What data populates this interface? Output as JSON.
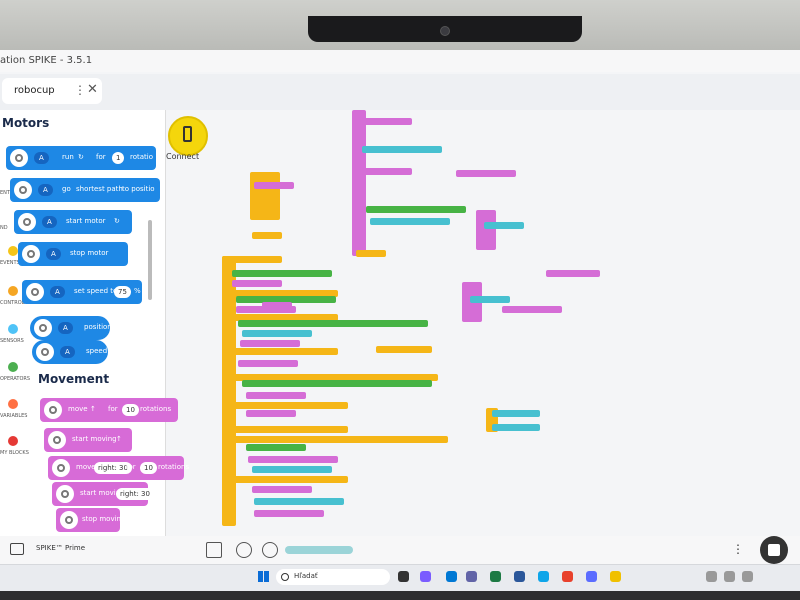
{
  "window": {
    "title": "ation SPIKE - 3.5.1"
  },
  "tabs": [
    {
      "label": "robocup"
    }
  ],
  "connect": {
    "label": "Connect"
  },
  "categories": [
    "ENT",
    "ND",
    "EVENTS",
    "CONTROL",
    "SENSORS",
    "OPERATORS",
    "VARIABLES",
    "MY BLOCKS"
  ],
  "category_colors": [
    "#1e88e5",
    "#f5a623",
    "#f5c518",
    "#f5a623",
    "#4fc3f7",
    "#4caf50",
    "#ff7043",
    "#e53935"
  ],
  "motors": {
    "title": "Motors",
    "blocks": [
      {
        "port": "A",
        "parts": [
          "run",
          "↻",
          "for"
        ],
        "value": "1",
        "unit": "rotatio"
      },
      {
        "port": "A",
        "parts": [
          "go",
          "shortest path",
          "to positio"
        ]
      },
      {
        "port": "A",
        "parts": [
          "start motor",
          "↻"
        ]
      },
      {
        "port": "A",
        "parts": [
          "stop motor"
        ]
      },
      {
        "port": "A",
        "parts": [
          "set speed to"
        ],
        "value": "75",
        "unit": "%"
      },
      {
        "port": "A",
        "parts": [
          "position"
        ]
      },
      {
        "port": "A",
        "parts": [
          "speed"
        ]
      }
    ]
  },
  "movement": {
    "title": "Movement",
    "blocks": [
      {
        "parts": [
          "move",
          "↑",
          "for"
        ],
        "value": "10",
        "unit": "rotations"
      },
      {
        "parts": [
          "start moving",
          "↑"
        ]
      },
      {
        "parts": [
          "move",
          "right: 30",
          "for"
        ],
        "value": "10",
        "unit": "rotations"
      },
      {
        "parts": [
          "start moving",
          "right: 30"
        ]
      },
      {
        "parts": [
          "stop moving"
        ]
      }
    ]
  },
  "bottom": {
    "hub_label": "SPIKE™ Prime"
  },
  "taskbar": {
    "search_placeholder": "Hľadať"
  }
}
